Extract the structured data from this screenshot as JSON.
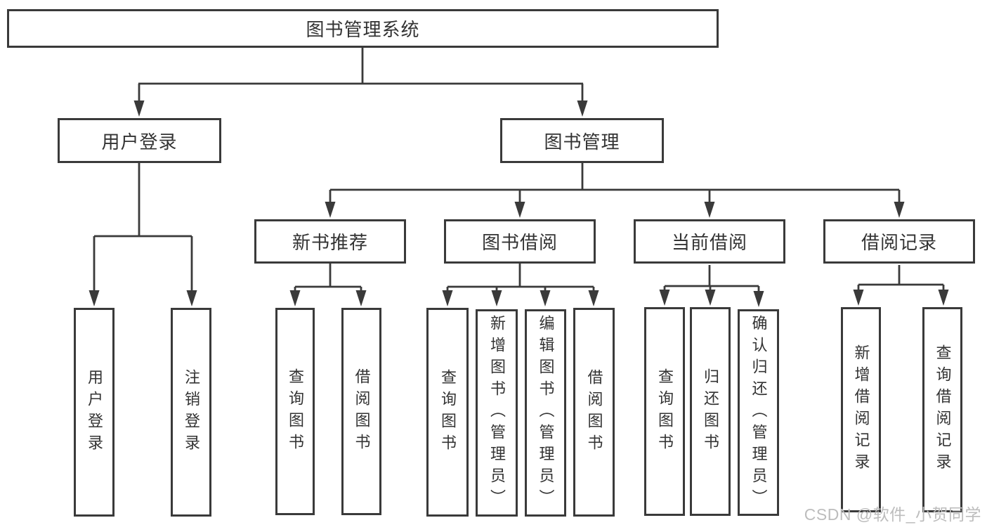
{
  "diagram": {
    "root": {
      "label": "图书管理系统"
    },
    "branches": [
      {
        "label": "用户登录",
        "children": [
          {
            "label": "用户登录"
          },
          {
            "label": "注销登录"
          }
        ]
      },
      {
        "label": "图书管理",
        "sections": [
          {
            "label": "新书推荐",
            "children": [
              {
                "label": "查询图书"
              },
              {
                "label": "借阅图书"
              }
            ]
          },
          {
            "label": "图书借阅",
            "children": [
              {
                "label": "查询图书"
              },
              {
                "label": "新增图书（管理员）"
              },
              {
                "label": "编辑图书（管理员）"
              },
              {
                "label": "借阅图书"
              }
            ]
          },
          {
            "label": "当前借阅",
            "children": [
              {
                "label": "查询图书"
              },
              {
                "label": "归还图书"
              },
              {
                "label": "确认归还（管理员）"
              }
            ]
          },
          {
            "label": "借阅记录",
            "children": [
              {
                "label": "新增借阅记录"
              },
              {
                "label": "查询借阅记录"
              }
            ]
          }
        ]
      }
    ]
  },
  "watermark": {
    "label": "CSDN @软件_小贺同学",
    "color": "#bdbdbd"
  },
  "colors": {
    "line": "#3a3a3a",
    "text": "#333333",
    "background": "#ffffff"
  }
}
